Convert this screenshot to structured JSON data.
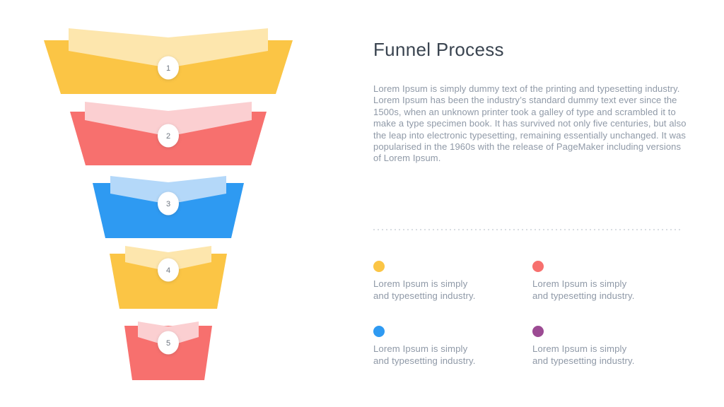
{
  "title": "Funnel Process",
  "description": "Lorem Ipsum is simply dummy text of the printing and typesetting industry. Lorem Ipsum has been the industry’s standard dummy text ever since the 1500s, when an unknown printer took a galley of type and scrambled it to make a type specimen book. It has survived not only five centuries, but also the leap into electronic typesetting, remaining essentially unchanged. It was popularised in the 1960s with the release of PageMaker including versions of Lorem Ipsum.",
  "funnel": {
    "segments": [
      {
        "number": "1",
        "color": "#FBC545",
        "light_color": "#FDE6AD"
      },
      {
        "number": "2",
        "color": "#F7706E",
        "light_color": "#FBCFD1"
      },
      {
        "number": "3",
        "color": "#2E9AF2",
        "light_color": "#B4D8F9"
      },
      {
        "number": "4",
        "color": "#FBC545",
        "light_color": "#FDE6AD"
      },
      {
        "number": "5",
        "color": "#F7706E",
        "light_color": "#FBCFD1"
      }
    ],
    "number_text_color": "#6e7681"
  },
  "legend": {
    "items": [
      {
        "color": "#FBC545",
        "line1": "Lorem Ipsum is simply",
        "line2": "and typesetting industry."
      },
      {
        "color": "#F7706E",
        "line1": "Lorem Ipsum is simply",
        "line2": "and typesetting industry."
      },
      {
        "color": "#2E9AF2",
        "line1": "Lorem Ipsum is simply",
        "line2": "and typesetting industry."
      },
      {
        "color": "#9C4B93",
        "line1": "Lorem Ipsum is simply",
        "line2": "and typesetting industry."
      }
    ]
  }
}
